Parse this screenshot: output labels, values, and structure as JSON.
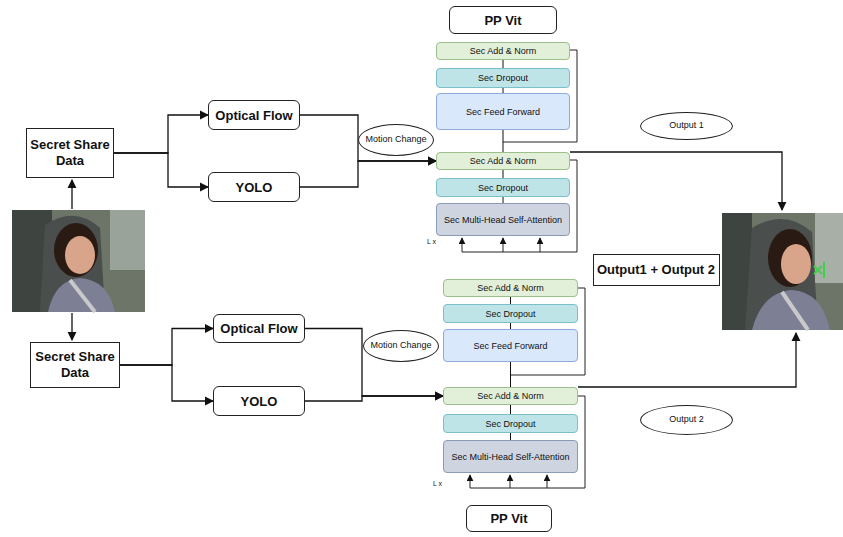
{
  "diagram": {
    "nodes": [
      {
        "text": [
          "Secret Share Data"
        ]
      },
      {
        "text": [
          "Optical Flow"
        ]
      },
      {
        "text": [
          "YOLO"
        ]
      },
      {
        "text": [
          "Motion Change"
        ]
      },
      {
        "text": [
          "PP Vit"
        ]
      },
      {
        "text": [
          "Sec Add & Norm"
        ]
      },
      {
        "text": [
          "Sec Dropout"
        ]
      },
      {
        "text": [
          "Sec Feed Forward"
        ]
      },
      {
        "text": [
          "Sec Add & Norm"
        ]
      },
      {
        "text": [
          "Sec Dropout"
        ]
      },
      {
        "text": [
          "Sec Multi-Head Self-Attention"
        ]
      },
      {
        "text": [
          "Output 1"
        ]
      },
      {
        "text": [
          "Output1 + Output 2"
        ]
      },
      {
        "text": [
          "Secret Share Data"
        ]
      },
      {
        "text": [
          "Optical Flow"
        ]
      },
      {
        "text": [
          "YOLO"
        ]
      },
      {
        "text": [
          "Motion Change"
        ]
      },
      {
        "text": [
          "Sec Add & Norm"
        ]
      },
      {
        "text": [
          "Sec Dropout"
        ]
      },
      {
        "text": [
          "Sec Feed Forward"
        ]
      },
      {
        "text": [
          "Sec Add & Norm"
        ]
      },
      {
        "text": [
          "Sec Dropout"
        ]
      },
      {
        "text": [
          "Sec Multi-Head Self-Attention"
        ]
      },
      {
        "text": [
          "Output 2"
        ]
      },
      {
        "text": [
          "PP Vit"
        ]
      }
    ],
    "edges": [
      {
        "from": 0,
        "to": 1,
        "arrow": "to"
      },
      {
        "from": 0,
        "to": 2,
        "arrow": "to"
      },
      {
        "from": 1,
        "to": 8,
        "arrow": "to"
      },
      {
        "from": 2,
        "to": 8,
        "arrow": "to"
      },
      {
        "from": 5,
        "to": 6,
        "arrow": "none"
      },
      {
        "from": 6,
        "to": 7,
        "arrow": "none"
      },
      {
        "from": 7,
        "to": 8,
        "arrow": "none"
      },
      {
        "from": 8,
        "to": 9,
        "arrow": "none"
      },
      {
        "from": 9,
        "to": 10,
        "arrow": "none"
      },
      {
        "from": 13,
        "to": 14,
        "arrow": "to"
      },
      {
        "from": 13,
        "to": 15,
        "arrow": "to"
      },
      {
        "from": 14,
        "to": 20,
        "arrow": "to"
      },
      {
        "from": 15,
        "to": 20,
        "arrow": "to"
      },
      {
        "from": 17,
        "to": 18,
        "arrow": "none"
      },
      {
        "from": 18,
        "to": 19,
        "arrow": "none"
      },
      {
        "from": 19,
        "to": 20,
        "arrow": "none"
      },
      {
        "from": 20,
        "to": 21,
        "arrow": "none"
      },
      {
        "from": 21,
        "to": 22,
        "arrow": "none"
      }
    ],
    "labels": [
      "L x",
      "L x"
    ]
  }
}
